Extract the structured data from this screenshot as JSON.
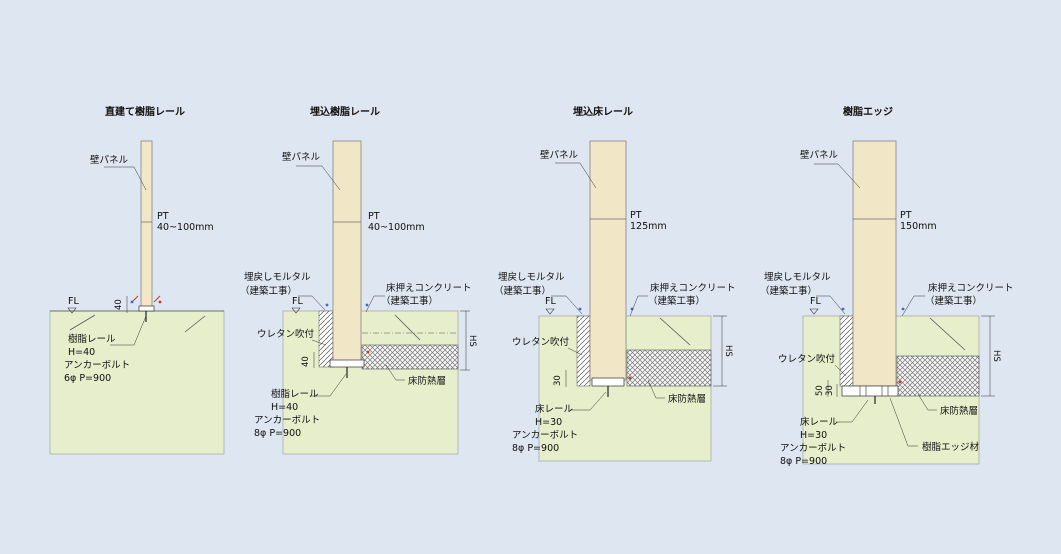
{
  "colors": {
    "background": "#dde6f1",
    "ground": "#e6eecb",
    "panel": "#f1e6c6",
    "insulation_hatch": "#8a8a8a",
    "anchor_red": "#d83030",
    "anchor_blue": "#3c6fc0"
  },
  "panels": [
    {
      "title": "直建て樹脂レール",
      "wall_panel": "壁パネル",
      "pt_label": "PT",
      "pt_value": "40~100mm",
      "fl": "FL",
      "dim": "40",
      "rail_label": "樹脂レール",
      "rail_h": "H=40",
      "anchor": "アンカーボルト",
      "anchor_spec": "6φ P=900"
    },
    {
      "title": "埋込樹脂レール",
      "wall_panel": "壁パネル",
      "pt_label": "PT",
      "pt_value": "40~100mm",
      "mortar": "埋戻しモルタル",
      "mortar_sub": "（建築工事）",
      "fl": "FL",
      "concrete": "床押えコンクリート",
      "concrete_sub": "（建築工事）",
      "urethane": "ウレタン吹付",
      "dim": "40",
      "hs": "HS",
      "rail_label": "樹脂レール",
      "rail_h": "H=40",
      "anchor": "アンカーボルト",
      "anchor_spec": "8φ P=900",
      "insulation": "床防熱層"
    },
    {
      "title": "埋込床レール",
      "wall_panel": "壁パネル",
      "pt_label": "PT",
      "pt_value": "125mm",
      "mortar": "埋戻しモルタル",
      "mortar_sub": "（建築工事）",
      "fl": "FL",
      "concrete": "床押えコンクリート",
      "concrete_sub": "（建築工事）",
      "urethane": "ウレタン吹付",
      "dim": "30",
      "hs": "HS",
      "rail_label": "床レール",
      "rail_h": "H=30",
      "anchor": "アンカーボルト",
      "anchor_spec": "8φ P=900",
      "insulation": "床防熱層"
    },
    {
      "title": "樹脂エッジ",
      "wall_panel": "壁パネル",
      "pt_label": "PT",
      "pt_value": "150mm",
      "mortar": "埋戻しモルタル",
      "mortar_sub": "（建築工事）",
      "fl": "FL",
      "concrete": "床押えコンクリート",
      "concrete_sub": "（建築工事）",
      "urethane": "ウレタン吹付",
      "dim": "50",
      "dim2": "30",
      "hs": "HS",
      "rail_label": "床レール",
      "rail_h": "H=30",
      "anchor": "アンカーボルト",
      "anchor_spec": "8φ P=900",
      "insulation": "床防熱層",
      "edge": "樹脂エッジ材"
    }
  ]
}
